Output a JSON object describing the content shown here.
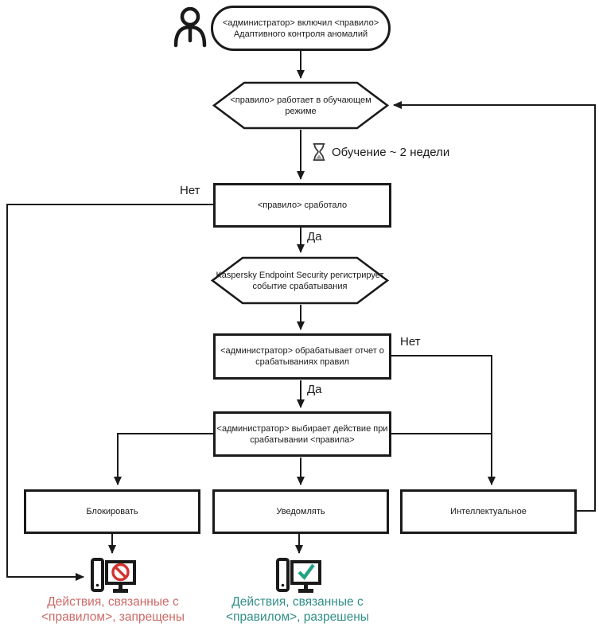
{
  "flowchart": {
    "start": {
      "lines": [
        "<администратор> включил <правило>",
        "Адаптивного контроля аномалий"
      ]
    },
    "learning_mode": {
      "lines": [
        "<правило>  работает в обучающем",
        "режиме"
      ]
    },
    "training_note": {
      "label": "Обучение ~ 2 недели"
    },
    "rule_triggered": {
      "label": "<правило>  сработало"
    },
    "kes_registers": {
      "lines": [
        "Kaspersky Endpoint Security регистрирует",
        "событие срабатывания"
      ]
    },
    "admin_processes_report": {
      "lines": [
        "<администратор> обрабатывает отчет о",
        "срабатываниях правил"
      ]
    },
    "admin_selects_action": {
      "lines": [
        "<администратор> выбирает действие при",
        "срабатывании <правила>"
      ]
    },
    "actions": {
      "block": "Блокировать",
      "notify": "Уведомлять",
      "smart": "Интеллектуальное"
    },
    "edge_labels": {
      "no_rule_triggered": "Нет",
      "yes_rule_triggered": "Да",
      "no_admin_report": "Нет",
      "yes_admin_report": "Да"
    },
    "outcomes": {
      "blocked": {
        "lines": [
          "Действия, связанные с",
          "<правилом>, запрещены"
        ],
        "color": "#cc6966"
      },
      "allowed": {
        "lines": [
          "Действия, связанные с",
          "<правилом>, разрешены"
        ],
        "color": "#2f8e86"
      }
    },
    "colors": {
      "line": "#1a1a1a",
      "blocked_badge": "#d23430",
      "allowed_badge": "#21a384"
    }
  }
}
